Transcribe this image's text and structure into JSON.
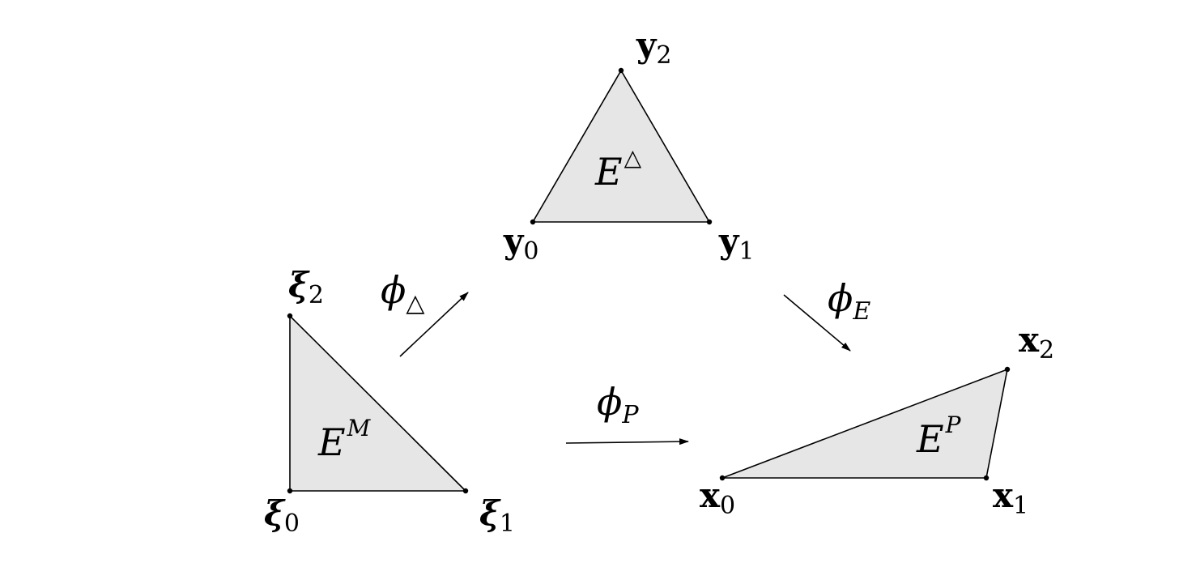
{
  "colors": {
    "fill": "#e6e6e6",
    "stroke": "#000000"
  },
  "elements": {
    "mapped": {
      "label_base": "E",
      "label_sup": "M",
      "vertices": [
        {
          "base": "ξ",
          "sub": "0"
        },
        {
          "base": "ξ",
          "sub": "1"
        },
        {
          "base": "ξ",
          "sub": "2"
        }
      ]
    },
    "reference": {
      "label_base": "E",
      "label_sup": "△",
      "vertices": [
        {
          "base": "y",
          "sub": "0"
        },
        {
          "base": "y",
          "sub": "1"
        },
        {
          "base": "y",
          "sub": "2"
        }
      ]
    },
    "physical": {
      "label_base": "E",
      "label_sup": "P",
      "vertices": [
        {
          "base": "x",
          "sub": "0"
        },
        {
          "base": "x",
          "sub": "1"
        },
        {
          "base": "x",
          "sub": "2"
        }
      ]
    }
  },
  "maps": {
    "phi_triangle": {
      "base": "ϕ",
      "sub": "△"
    },
    "phi_E": {
      "base": "ϕ",
      "sub": "E"
    },
    "phi_P": {
      "base": "ϕ",
      "sub": "P"
    }
  }
}
